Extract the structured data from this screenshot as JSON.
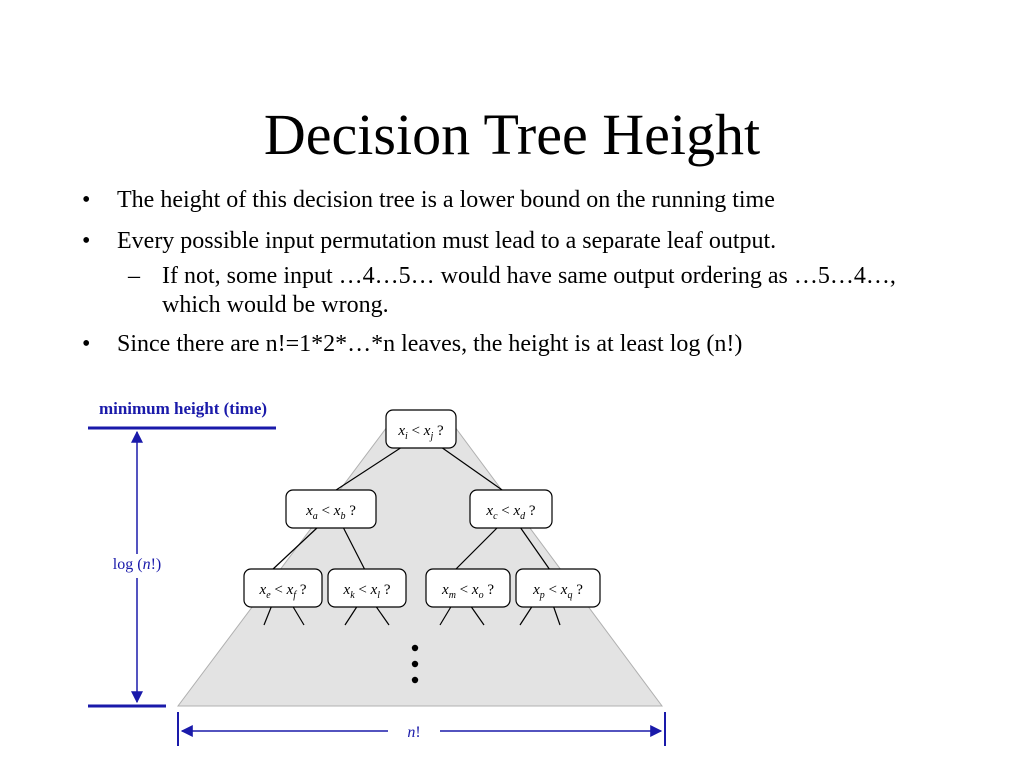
{
  "slide": {
    "title": "Decision Tree Height"
  },
  "bullets": [
    {
      "mark": "•",
      "text": "The height of this decision tree is a lower bound on the running time"
    },
    {
      "mark": "•",
      "text": "Every possible input permutation must lead to a separate leaf output."
    },
    {
      "mark": "–",
      "text": "If not, some input …4…5… would have same output ordering as …5…4…, which would be wrong."
    },
    {
      "mark": "•",
      "text": "Since there are n!=1*2*…*n leaves, the height is at least log (n!)"
    }
  ],
  "diagram": {
    "height_label": "minimum height (time)",
    "log_label_prefix": "log (",
    "log_label_n": "n",
    "log_label_suffix": "!)",
    "width_label_n": "n",
    "width_label_suffix": "!",
    "ellipsis": "⋮",
    "nodes": {
      "root": {
        "a": "i",
        "b": "j"
      },
      "left": {
        "a": "a",
        "b": "b"
      },
      "right": {
        "a": "c",
        "b": "d"
      },
      "ll": {
        "a": "e",
        "b": "f"
      },
      "lr": {
        "a": "k",
        "b": "l"
      },
      "rl": {
        "a": "m",
        "b": "o"
      },
      "rr": {
        "a": "p",
        "b": "q"
      }
    },
    "node_var": "x",
    "node_op": "<",
    "node_q": "?",
    "colors": {
      "accent": "#1a1aaa",
      "triangle_fill": "#e3e3e3",
      "triangle_stroke": "#b0b0b0"
    }
  }
}
